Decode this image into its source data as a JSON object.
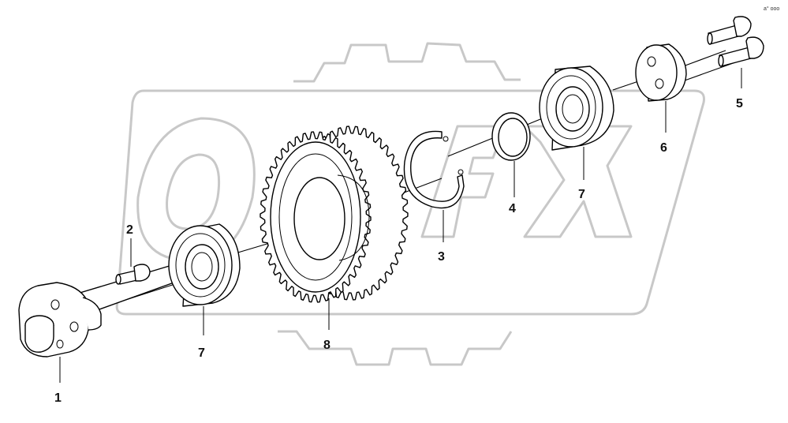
{
  "diagram": {
    "corner_mark": "a° ooo",
    "watermark_color": "#c8c8c8",
    "line_color": "#000000",
    "callouts": {
      "p1": "1",
      "p2": "2",
      "p3": "3",
      "p4": "4",
      "p5": "5",
      "p6": "6",
      "p7a": "7",
      "p7b": "7",
      "p8": "8"
    }
  }
}
